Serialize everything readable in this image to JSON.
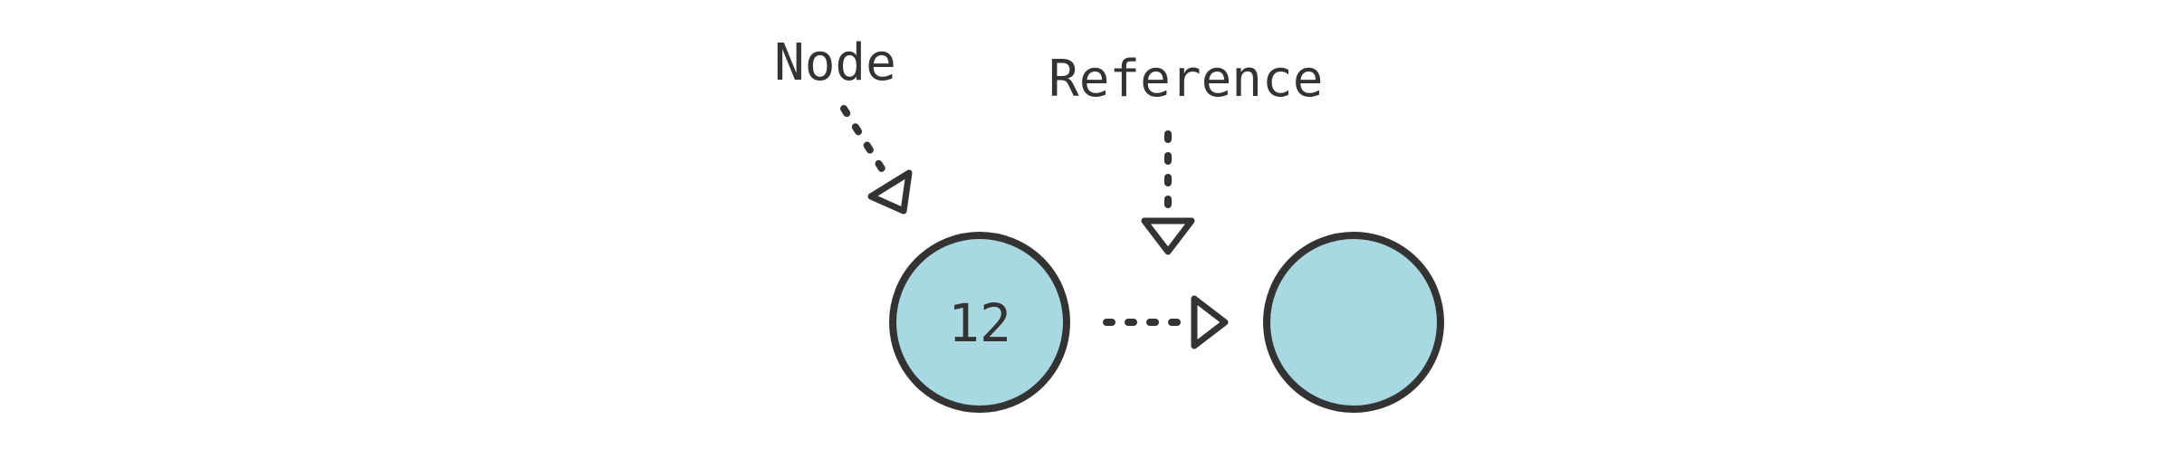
{
  "labels": {
    "node": "Node",
    "reference": "Reference"
  },
  "nodes": [
    {
      "value": "12"
    },
    {
      "value": ""
    }
  ],
  "colors": {
    "node_fill": "#a8d9e2",
    "stroke": "#333333",
    "background": "#ffffff"
  }
}
